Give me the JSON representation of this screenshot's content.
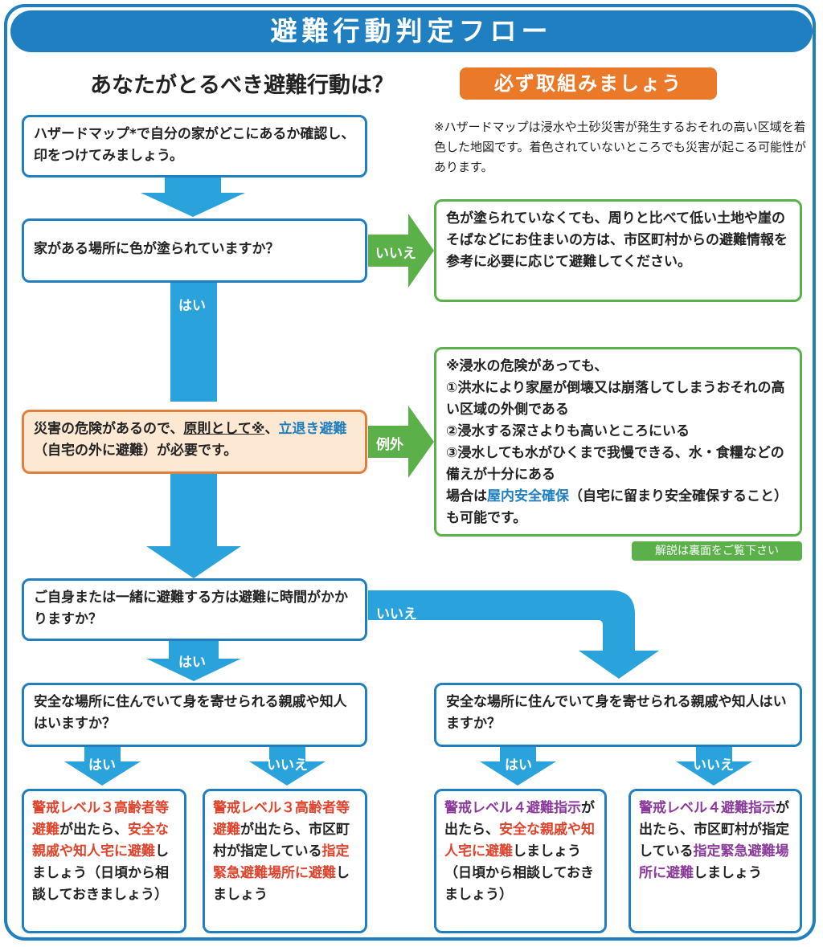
{
  "title": "避難行動判定フロー",
  "question": "あなたがとるべき避難行動は？",
  "badge": "必ず取組みましょう",
  "hazard_note": "※ハザードマップは浸水や土砂災害が発生するおそれの高い区域を着色した地図です。着色されていないところでも災害が起こる可能性があります。",
  "steps": {
    "step1": "ハザードマップ*で自分の家がどこにあるか確認し、印をつけてみましょう。",
    "step2": "家がある場所に色が塗られていますか？",
    "no_color_result": "色が塗られていなくても、周りと比べて低い土地や崖のそばなどにお住まいの方は、市区町村からの避難情報を参考に必要に応じて避難してください。",
    "danger_pre": "災害の危険があるので、",
    "danger_ul": "原則として※",
    "danger_mid": "、",
    "danger_blue": "立退き避難",
    "danger_post": "（自宅の外に避難）が必要です。",
    "exception_head": "※浸水の危険があっても、",
    "exception_1": "①洪水により家屋が倒壊又は崩落してしまうおそれの高い区域の外側である",
    "exception_2": "②浸水する深さよりも高いところにいる",
    "exception_3": "③浸水しても水がひくまで我慢できる、水・食糧などの備えが十分にある",
    "exception_tail_pre": "場合は",
    "exception_tail_blue": "屋内安全確保",
    "exception_tail_post": "（自宅に留まり安全確保すること）も可能です。",
    "commentary": "解説は裏面をご覧下さい",
    "time_question": "ご自身または一緒に避難する方は避難に時間がかかりますか？",
    "relatives_q_left": "安全な場所に住んでいて身を寄せられる親戚や知人はいますか？",
    "relatives_q_right": "安全な場所に住んでいて身を寄せられる親戚や知人はいますか？"
  },
  "labels": {
    "no": "いいえ",
    "yes": "はい",
    "exception": "例外"
  },
  "results": {
    "r1_red1": "警戒レベル３高齢者等避難",
    "r1_text1": "が出たら、",
    "r1_red2": "安全な親戚や知人宅に避難",
    "r1_text2": "しましょう（日頃から相談しておきましょう）",
    "r2_red1": "警戒レベル３高齢者等避難",
    "r2_text1": "が出たら、市区町村が指定している",
    "r2_red2": "指定緊急避難場所に避難",
    "r2_text2": "しましょう",
    "r3_purple1": "警戒レベル４避難指示",
    "r3_text1": "が出たら、",
    "r3_purple2": "安全な親戚や知人宅に避難",
    "r3_text2": "しましょう（日頃から相談しておきましょう）",
    "r4_purple1": "警戒レベル４避難指示",
    "r4_text1": "が出たら、市区町村が指定している",
    "r4_purple2": "指定緊急避難場所に避難",
    "r4_text2": "しましょう"
  },
  "colors": {
    "blue": "#1f7fc0",
    "arrow_blue": "#2aa3dc",
    "green": "#5bb04a",
    "orange": "#ea7a2a",
    "red": "#e0432c",
    "purple": "#8b3a9b"
  }
}
